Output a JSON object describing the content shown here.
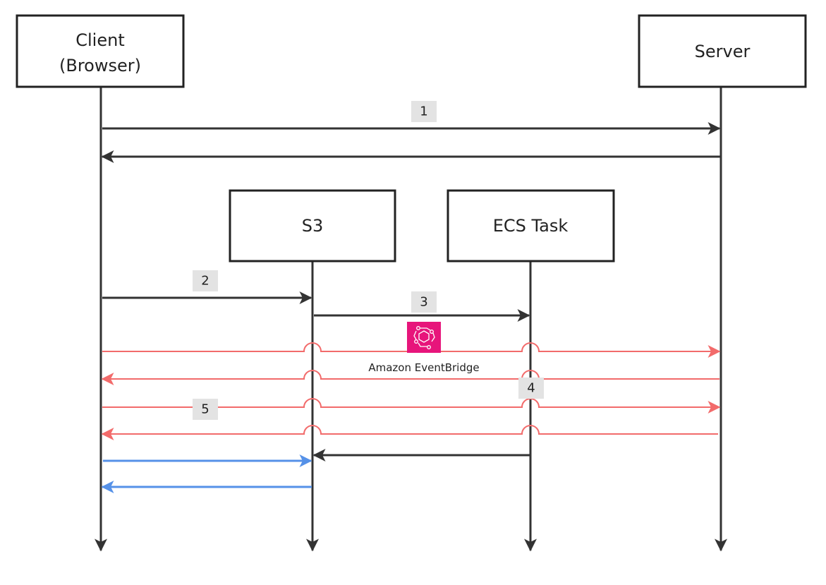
{
  "diagram": {
    "type": "sequence",
    "actors": [
      {
        "id": "client",
        "label_line1": "Client",
        "label_line2": "(Browser)"
      },
      {
        "id": "server",
        "label": "Server"
      },
      {
        "id": "s3",
        "label": "S3"
      },
      {
        "id": "ecs",
        "label": "ECS Task"
      }
    ],
    "steps": [
      {
        "id": "step1",
        "label": "1"
      },
      {
        "id": "step2",
        "label": "2"
      },
      {
        "id": "step3",
        "label": "3"
      },
      {
        "id": "step4",
        "label": "4"
      },
      {
        "id": "step5",
        "label": "5"
      }
    ],
    "eventbridge": {
      "label": "Amazon EventBridge",
      "icon": "eventbridge-icon",
      "icon_color": "#e7157b"
    },
    "messages": [
      {
        "from": "client",
        "to": "server",
        "color": "black",
        "step": "1"
      },
      {
        "from": "server",
        "to": "client",
        "color": "black"
      },
      {
        "from": "client",
        "to": "s3",
        "color": "black",
        "step": "2"
      },
      {
        "from": "s3",
        "to": "ecs",
        "color": "black",
        "step": "3"
      },
      {
        "from": "client",
        "to": "server",
        "color": "red",
        "via": "Amazon EventBridge"
      },
      {
        "from": "server",
        "to": "client",
        "color": "red",
        "step": "4"
      },
      {
        "from": "client",
        "to": "server",
        "color": "red",
        "step": "5"
      },
      {
        "from": "server",
        "to": "client",
        "color": "red"
      },
      {
        "from": "ecs",
        "to": "s3",
        "color": "black"
      },
      {
        "from": "client",
        "to": "s3",
        "color": "blue"
      },
      {
        "from": "s3",
        "to": "client",
        "color": "blue"
      }
    ],
    "colors": {
      "black": "#333333",
      "red": "#f26b6b",
      "blue": "#5591e8",
      "badge": "#e3e3e3"
    }
  }
}
